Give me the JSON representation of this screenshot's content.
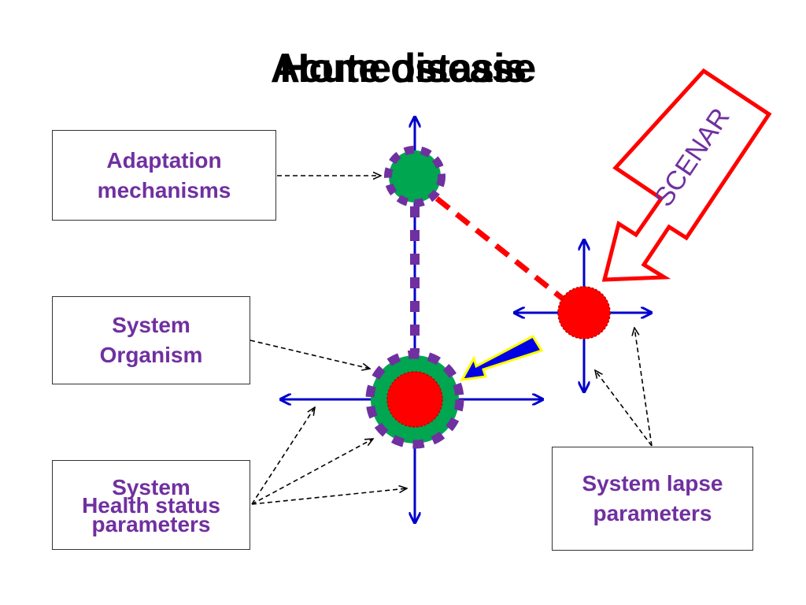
{
  "slide": {
    "title_layers": [
      "Acute disease",
      "Homeostasis"
    ],
    "boxes": {
      "adaptation": [
        "Adaptation",
        "mechanisms"
      ],
      "organism": [
        "System",
        "Organism"
      ],
      "health_layer_a": [
        "System",
        "parameters"
      ],
      "health_layer_b": "Health status",
      "lapse": [
        "System lapse",
        "parameters"
      ]
    },
    "scenar_label": "SCENAR",
    "colors": {
      "axis": "#0000cc",
      "purple": "#7030a0",
      "green": "#00a650",
      "red": "#ff0000",
      "scenar_outline": "#ff0000",
      "scenar_text": "#7030a0",
      "pointer_fill": "#0000e6",
      "pointer_outline": "#ffff00"
    }
  }
}
